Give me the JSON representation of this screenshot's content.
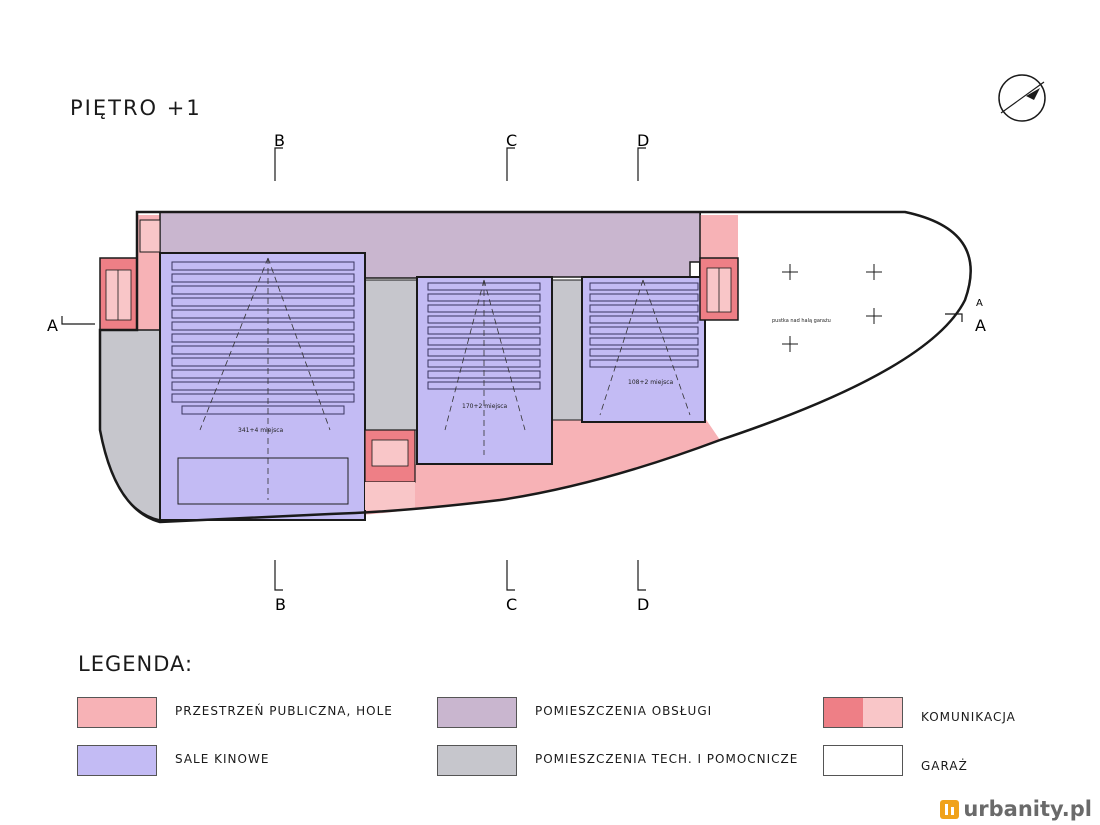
{
  "title": "PIĘTRO +1",
  "sections": {
    "top_b": "B",
    "top_c": "C",
    "top_d": "D",
    "bottom_b": "B",
    "bottom_c": "C",
    "bottom_d": "D",
    "left_a": "A",
    "right_a": "A",
    "right_a_small": "A"
  },
  "rooms": {
    "hall1_seats": "341+4 miejsca",
    "hall2_seats": "170+2 miejsca",
    "hall3_seats": "108+2 miejsca",
    "garage_note": "pustka nad halą garażu"
  },
  "legend": {
    "title": "LEGENDA:",
    "items": [
      {
        "label": "PRZESTRZEŃ PUBLICZNA, HOLE",
        "color": "#f7b2b6"
      },
      {
        "label": "SALE KINOWE",
        "color": "#c3bbf4"
      },
      {
        "label": "POMIESZCZENIA OBSŁUGI",
        "color": "#c9b6cf"
      },
      {
        "label": "POMIESZCZENIA TECH. I POMOCNICZE",
        "color": "#c6c6cc"
      },
      {
        "label": "KOMUNIKACJA",
        "color_dark": "#ee7f86",
        "color_light": "#f9c6c8"
      },
      {
        "label": "GARAŻ",
        "color": "#ffffff"
      }
    ]
  },
  "colors": {
    "public": "#f7b2b6",
    "cinema": "#c3bbf4",
    "service": "#c9b6cf",
    "tech": "#c6c6cc",
    "comm_dark": "#ee7f86",
    "comm_light": "#f9c6c8",
    "garage": "#ffffff"
  },
  "watermark": "urbanity.pl"
}
